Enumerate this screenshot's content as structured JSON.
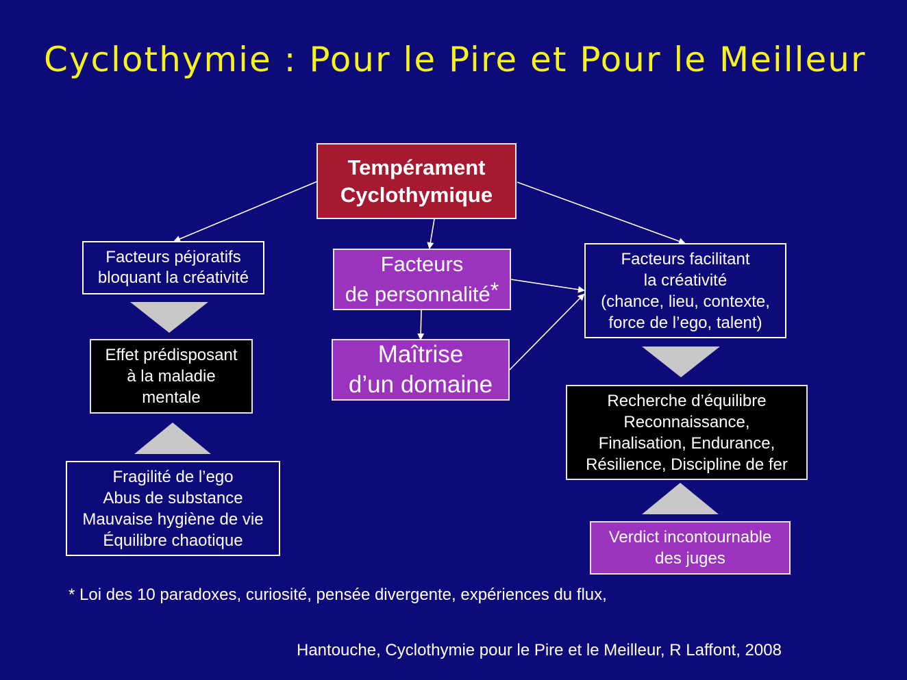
{
  "title": "Cyclothymie : Pour le Pire et Pour le Meilleur",
  "nodes": {
    "temperament": "Tempérament\nCyclothymique",
    "facteurs_pejoratifs": "Facteurs péjoratifs\nbloquant la créativité",
    "effet_predisposant": "Effet prédisposant\nà la maladie\nmentale",
    "fragilite": "Fragilité de l’ego\nAbus de substance\nMauvaise hygiène de vie\nÉquilibre chaotique",
    "facteurs_personnalite": "Facteurs\nde personnalité",
    "facteurs_personnalite_mark": "*",
    "maitrise": "Maîtrise\nd’un domaine",
    "facteurs_facilitant": "Facteurs facilitant\nla créativité\n(chance, lieu, contexte,\nforce de l’ego, talent)",
    "recherche": "Recherche d’équilibre\nReconnaissance,\nFinalisation, Endurance,\nRésilience, Discipline de fer",
    "verdict": "Verdict incontournable\ndes juges"
  },
  "footnote": "* Loi des 10 paradoxes, curiosité, pensée divergente, expériences du flux,",
  "source": "Hantouche, Cyclothymie pour le Pire et le Meilleur, R Laffont, 2008",
  "colors": {
    "background": "#0d0b79",
    "title": "#f6f21c",
    "red_box": "#a71931",
    "purple_box": "#9c33be",
    "triangle": "#c8c8c8"
  }
}
